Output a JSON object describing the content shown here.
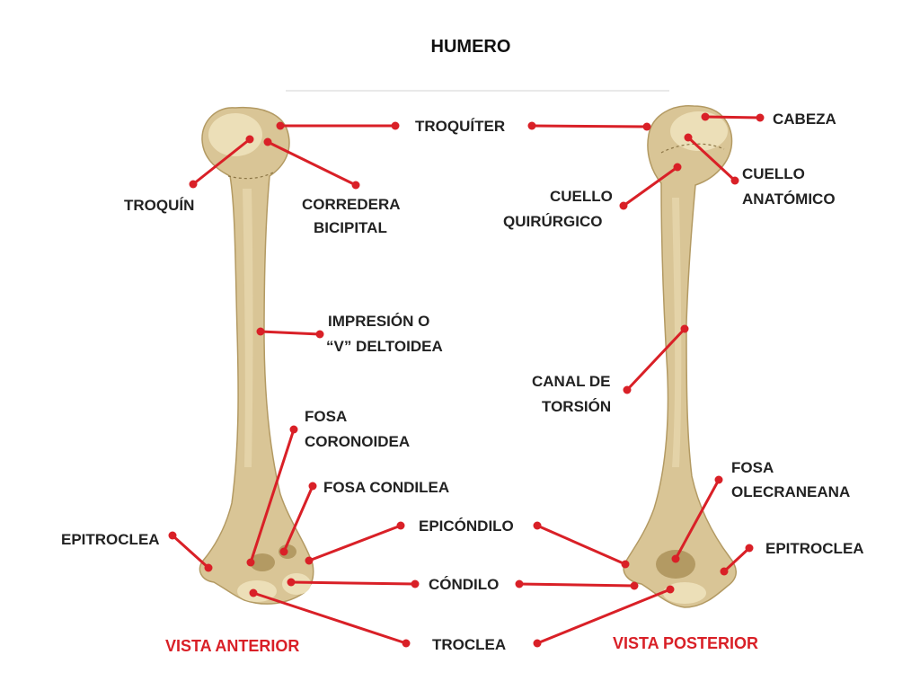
{
  "title": "HUMERO",
  "colors": {
    "leader": "#d92027",
    "view_label": "#d92027",
    "bone": "#d9c596",
    "bone_shadow": "#b39a63",
    "bone_light": "#ecdfb8",
    "text": "#222222"
  },
  "views": {
    "anterior": "VISTA ANTERIOR",
    "posterior": "VISTA POSTERIOR"
  },
  "labels": {
    "troquiter": "TROQUÍTER",
    "troquin": "TROQUÍN",
    "corredera_1": "CORREDERA",
    "corredera_2": "BICIPITAL",
    "impresion_1": "IMPRESIÓN O",
    "impresion_2": "“V” DELTOIDEA",
    "fosa_coronoidea_1": "FOSA",
    "fosa_coronoidea_2": "CORONOIDEA",
    "fosa_condilea": "FOSA CONDILEA",
    "epitroclea_anterior": "EPITROCLEA",
    "epicondilo": "EPICÓNDILO",
    "condilo": "CÓNDILO",
    "troclea": "TROCLEA",
    "cabeza": "CABEZA",
    "cuello_anatomico_1": "CUELLO",
    "cuello_anatomico_2": "ANATÓMICO",
    "cuello_quirurgico_1": "CUELLO",
    "cuello_quirurgico_2": "QUIRÚRGICO",
    "canal_torsion_1": "CANAL DE",
    "canal_torsion_2": "TORSIÓN",
    "fosa_olecraneana_1": "FOSA",
    "fosa_olecraneana_2": "OLECRANEANA",
    "epitroclea_posterior": "EPITROCLEA"
  }
}
